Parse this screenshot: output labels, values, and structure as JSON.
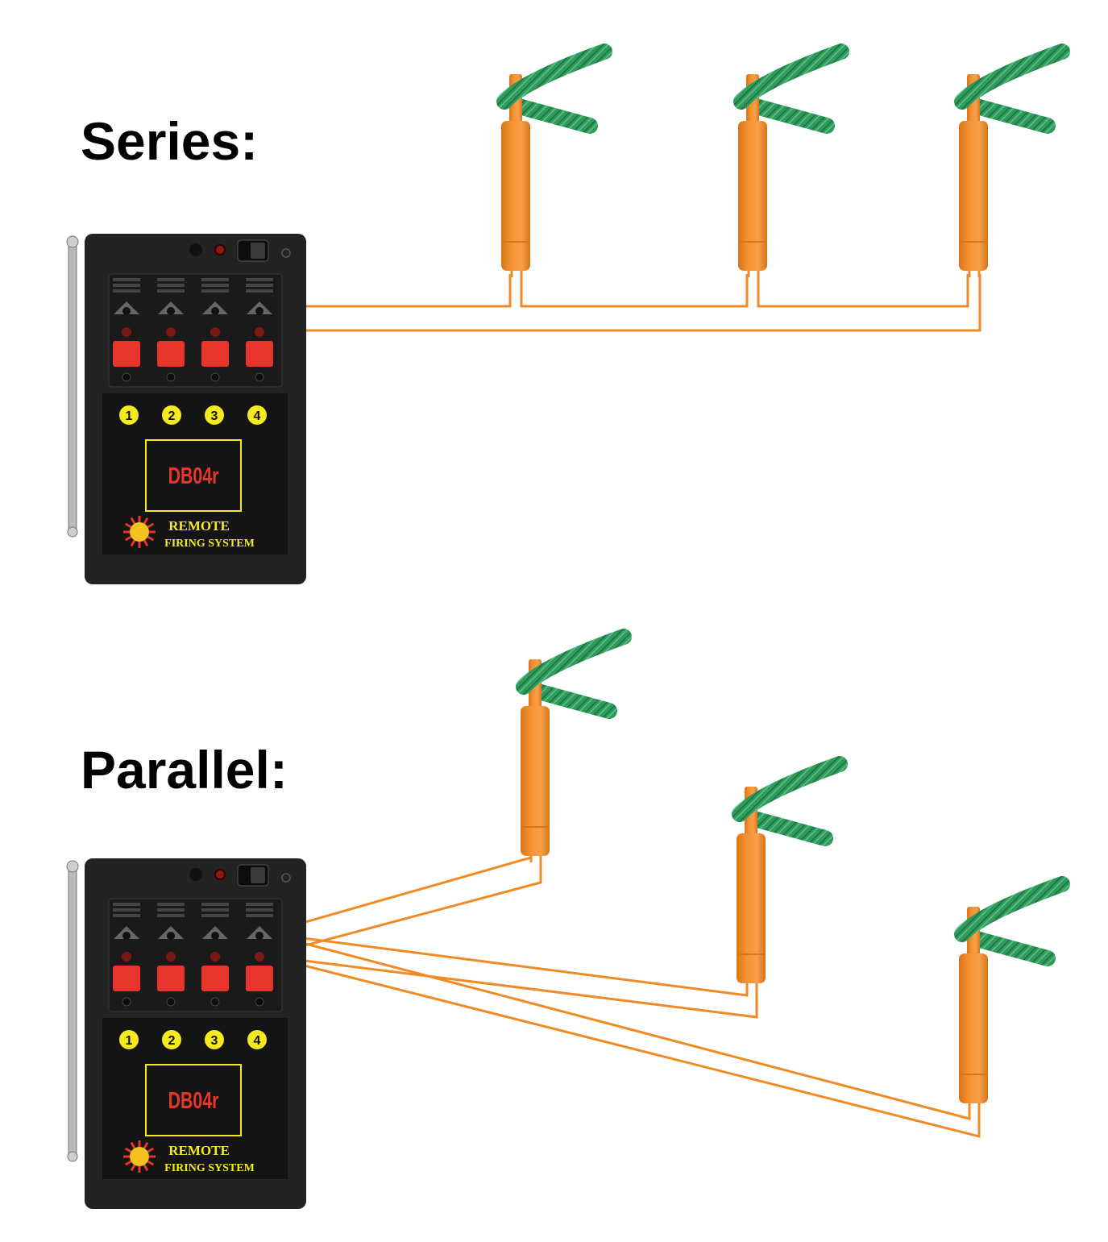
{
  "sections": [
    {
      "id": "series",
      "title": "Series:"
    },
    {
      "id": "parallel",
      "title": "Parallel:"
    }
  ],
  "device": {
    "model": "DB04r",
    "channels": [
      "1",
      "2",
      "3",
      "4"
    ],
    "brand_line1": "REMOTE",
    "brand_line2": "FIRING SYSTEM"
  },
  "colors": {
    "wire": "#f08a24",
    "igniter_body": "#f59332",
    "igniter_shade": "#d8741a",
    "fuse": "#2e9a5c",
    "fuse_dark": "#1f6e40",
    "device_body": "#232323",
    "button_red": "#e8352b",
    "channel_circle": "#f4ea1e",
    "model_text": "#e8352b",
    "brand_text": "#f4ea1e",
    "display_border": "#f4ea1e"
  },
  "icons": [
    "antenna-icon",
    "power-switch-icon",
    "led-icon",
    "sun-logo-icon"
  ]
}
